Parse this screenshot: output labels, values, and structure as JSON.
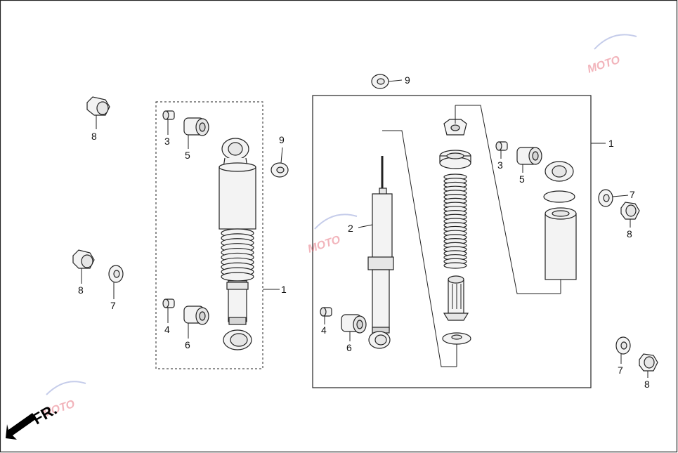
{
  "watermark": {
    "text": "MOTO",
    "color_primary": "#e35a6a",
    "color_swoosh": "#7f8ed0"
  },
  "direction": {
    "label": "FR.",
    "arrow_icon": "arrow-down-left-icon"
  },
  "callouts": [
    {
      "id": "c-8-tl",
      "number": "8"
    },
    {
      "id": "c-3-l",
      "number": "3"
    },
    {
      "id": "c-5-l",
      "number": "5"
    },
    {
      "id": "c-9-l",
      "number": "9"
    },
    {
      "id": "c-8-ml",
      "number": "8"
    },
    {
      "id": "c-7-ml",
      "number": "7"
    },
    {
      "id": "c-1-l",
      "number": "1"
    },
    {
      "id": "c-4-l",
      "number": "4"
    },
    {
      "id": "c-6-l",
      "number": "6"
    },
    {
      "id": "c-9-top",
      "number": "9"
    },
    {
      "id": "c-2",
      "number": "2"
    },
    {
      "id": "c-3-r",
      "number": "3"
    },
    {
      "id": "c-5-r",
      "number": "5"
    },
    {
      "id": "c-1-r",
      "number": "1"
    },
    {
      "id": "c-7-r",
      "number": "7"
    },
    {
      "id": "c-8-r",
      "number": "8"
    },
    {
      "id": "c-4-r",
      "number": "4"
    },
    {
      "id": "c-6-r",
      "number": "6"
    },
    {
      "id": "c-7-br",
      "number": "7"
    },
    {
      "id": "c-8-br",
      "number": "8"
    }
  ]
}
